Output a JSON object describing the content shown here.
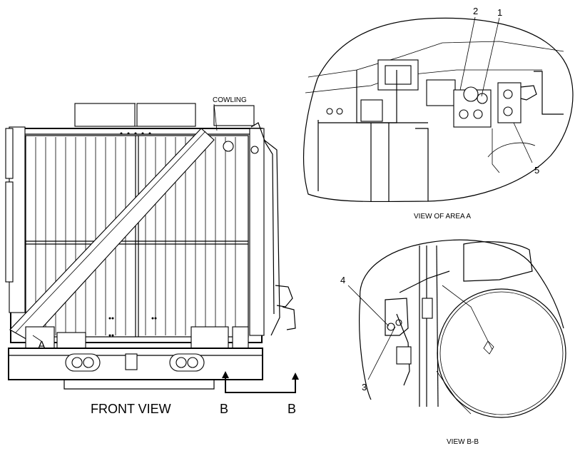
{
  "labels": {
    "cowling": "COWLING",
    "front_view": "FRONT VIEW",
    "view_area_a": "VIEW OF AREA  A",
    "view_bb": "VIEW B-B",
    "section_left": "B",
    "section_right": "B",
    "area_marker": "A"
  },
  "callouts": {
    "c1": "1",
    "c2": "2",
    "c3": "3",
    "c4": "4",
    "c5": "5"
  }
}
